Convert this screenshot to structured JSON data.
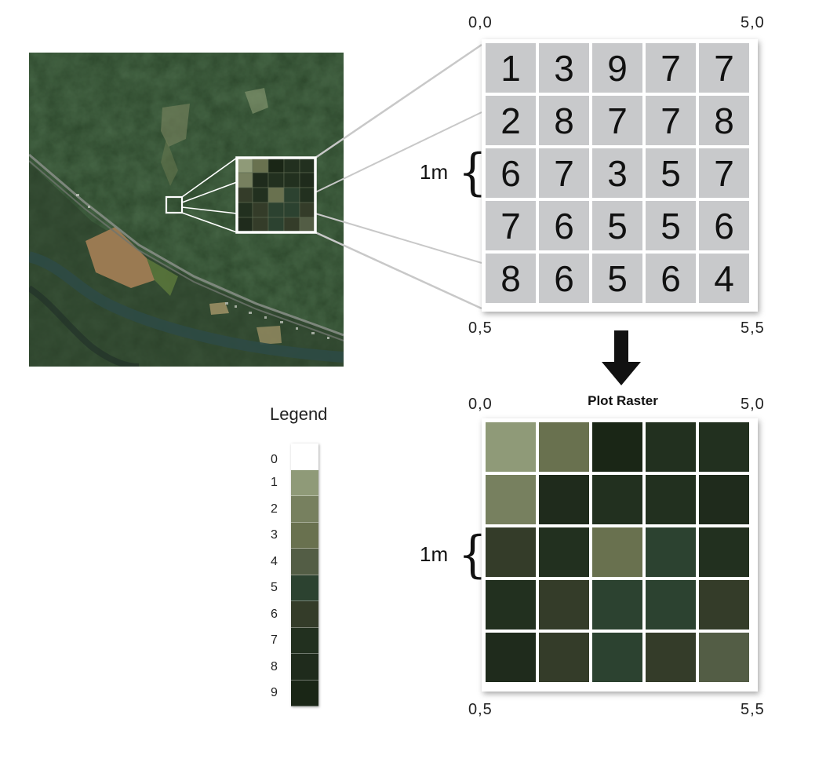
{
  "value_grid": {
    "rows": [
      [
        1,
        3,
        9,
        7,
        7
      ],
      [
        2,
        8,
        7,
        7,
        8
      ],
      [
        6,
        7,
        3,
        5,
        7
      ],
      [
        7,
        6,
        5,
        5,
        6
      ],
      [
        8,
        6,
        5,
        6,
        4
      ]
    ],
    "corners": {
      "top_left": "0,0",
      "top_right": "5,0",
      "bottom_left": "0,5",
      "bottom_right": "5,5"
    },
    "scale_label": "1m"
  },
  "plot_raster": {
    "title": "Plot Raster",
    "corners": {
      "top_left": "0,0",
      "top_right": "5,0",
      "bottom_left": "0,5",
      "bottom_right": "5,5"
    },
    "scale_label": "1m"
  },
  "legend": {
    "title": "Legend",
    "entries": [
      {
        "label": "0",
        "color": "#ffffff"
      },
      {
        "label": "1",
        "color": "#8f9a78"
      },
      {
        "label": "2",
        "color": "#77805f"
      },
      {
        "label": "3",
        "color": "#69714f"
      },
      {
        "label": "4",
        "color": "#535d45"
      },
      {
        "label": "5",
        "color": "#2c4230"
      },
      {
        "label": "6",
        "color": "#343c29"
      },
      {
        "label": "7",
        "color": "#22301f"
      },
      {
        "label": "8",
        "color": "#1f2b1c"
      },
      {
        "label": "9",
        "color": "#1a2616"
      }
    ]
  },
  "colors": {
    "arrow": "#111111",
    "grid_line": "#ffffff",
    "cell_bg": "#c8c9cb"
  }
}
